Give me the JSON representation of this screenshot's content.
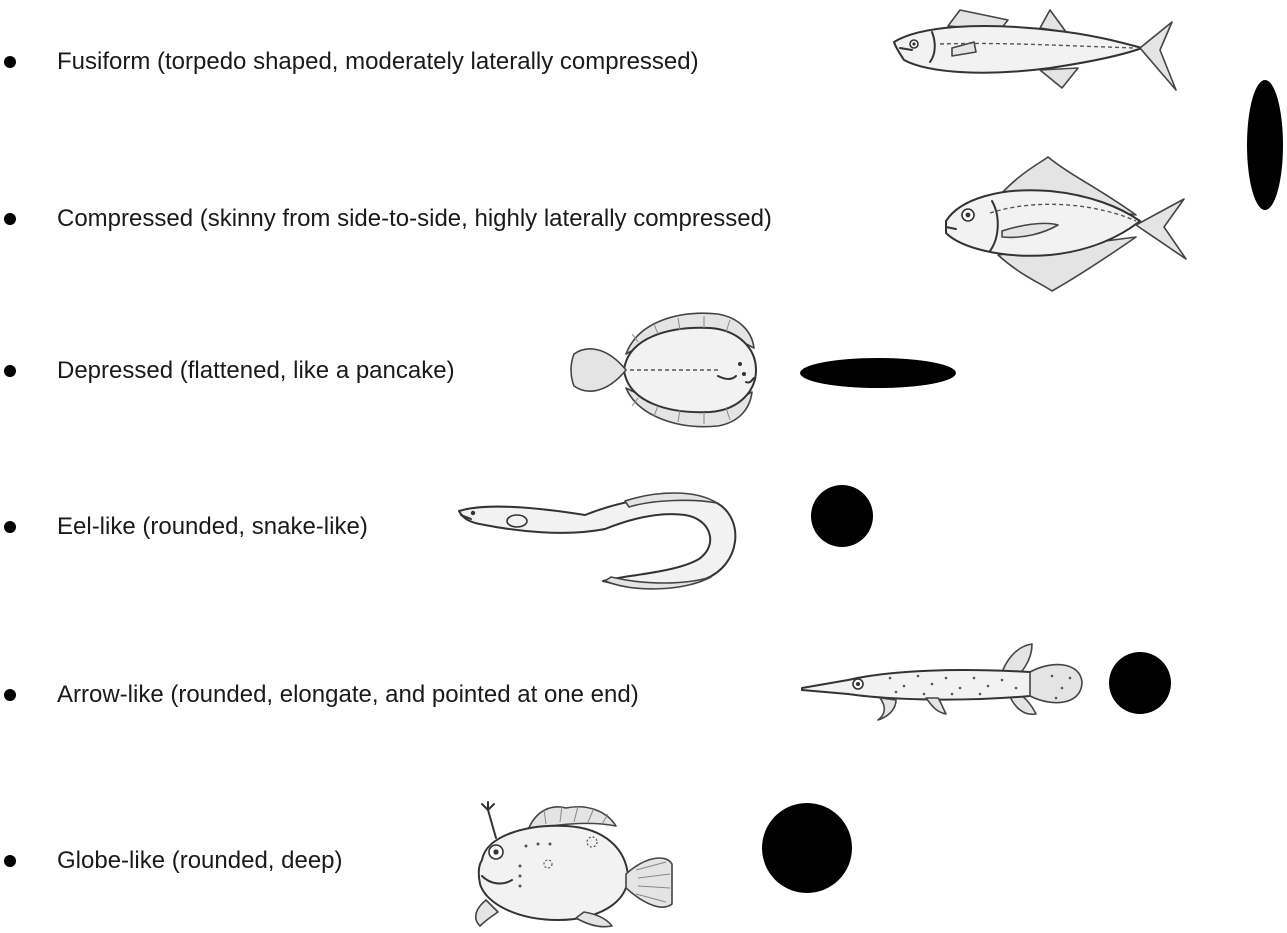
{
  "items": [
    {
      "label": "Fusiform (torpedo shaped, moderately laterally compressed)",
      "fish_icon": "mackerel-fish-drawing",
      "shape_icon": "vertical-ellipse"
    },
    {
      "label": "Compressed (skinny from side-to-side, highly laterally compressed)",
      "fish_icon": "butterfish-drawing",
      "shape_icon": "none"
    },
    {
      "label": "Depressed (flattened, like a pancake)",
      "fish_icon": "flounder-drawing",
      "shape_icon": "flat-ellipse"
    },
    {
      "label": "Eel-like (rounded, snake-like)",
      "fish_icon": "eel-drawing",
      "shape_icon": "circle"
    },
    {
      "label": "Arrow-like (rounded, elongate, and pointed at one end)",
      "fish_icon": "gar-drawing",
      "shape_icon": "circle"
    },
    {
      "label": "Globe-like  (rounded, deep)",
      "fish_icon": "anglerfish-drawing",
      "shape_icon": "large-circle"
    }
  ],
  "colors": {
    "text": "#1a1a1a",
    "shape_fill": "#000000",
    "background": "#ffffff"
  }
}
